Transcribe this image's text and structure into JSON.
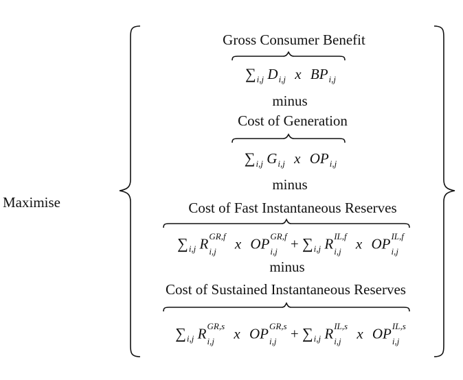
{
  "maximise_label": "Maximise",
  "sections": [
    {
      "title": "Gross Consumer Benefit",
      "formula": "∑i,j Di,j x BPi,j"
    },
    {
      "title": "Cost of Generation",
      "formula": "∑i,j Gi,j x OPi,j"
    },
    {
      "title": "Cost of Fast Instantaneous Reserves",
      "formula": "∑i,j Ri,jGR,f x OPi,jGR,f + ∑i,j Ri,jIL,f x OPi,jIL,f"
    },
    {
      "title": "Cost of Sustained Instantaneous Reserves",
      "formula": "∑i,j Ri,jGR,s x OPi,jGR,s + ∑i,j Ri,jIL,s x OPi,jIL,s"
    }
  ],
  "separator": "minus",
  "sym": {
    "sum": "∑",
    "ij": "i,j",
    "x": "x",
    "plus": "+",
    "D": "D",
    "BP": "BP",
    "G": "G",
    "OP": "OP",
    "R": "R",
    "grf": "GR,f",
    "ilf": "IL,f",
    "grs": "GR,s",
    "ils": "IL,s"
  }
}
